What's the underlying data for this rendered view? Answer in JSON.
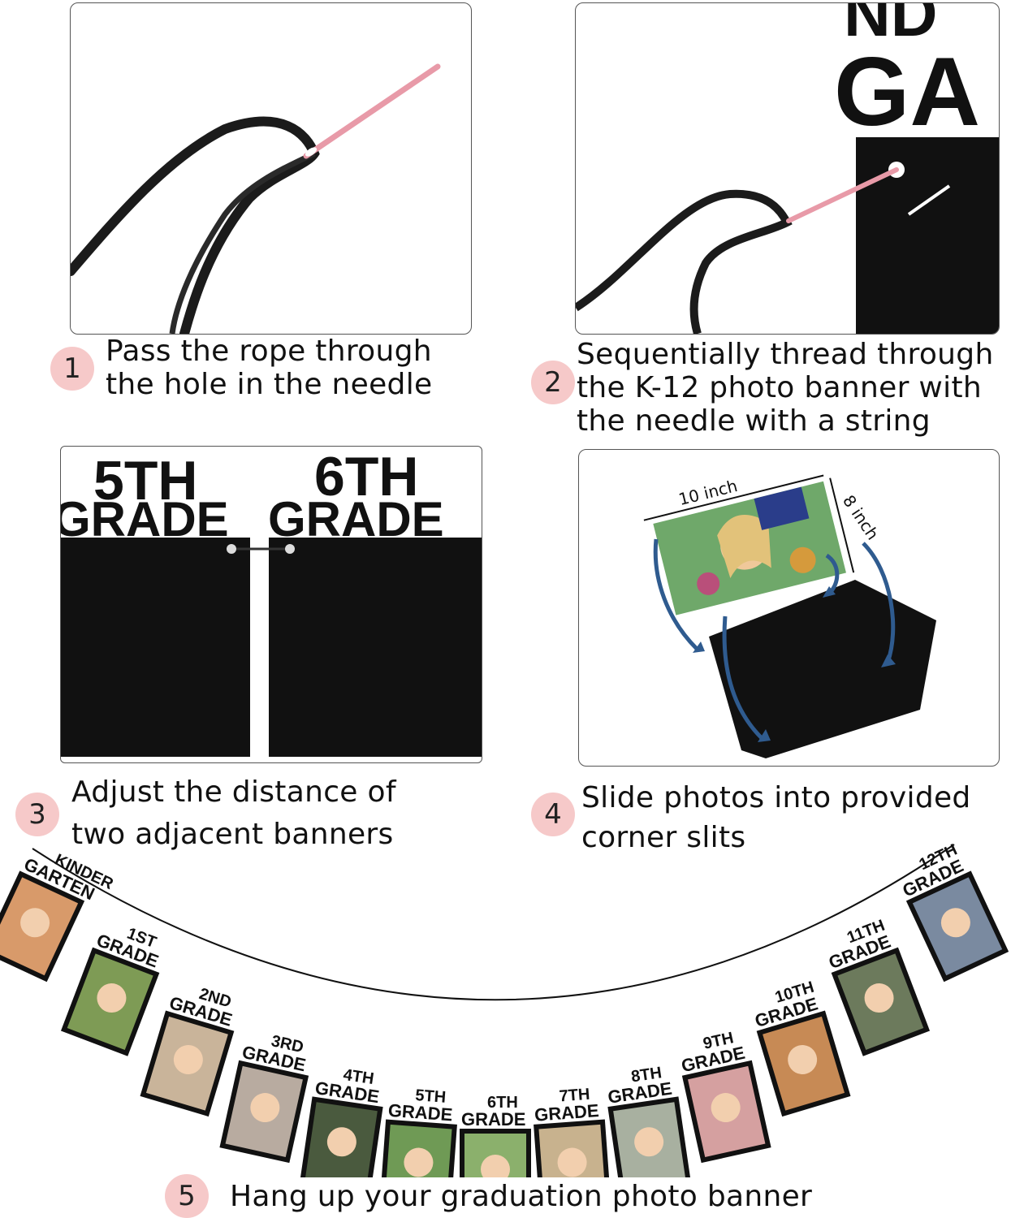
{
  "steps": [
    {
      "number": "1",
      "caption": "Pass the rope through\nthe hole in the needle"
    },
    {
      "number": "2",
      "caption": "Sequentially thread through\nthe K-12 photo banner with\nthe needle with a string"
    },
    {
      "number": "3",
      "caption": "Adjust the distance of\ntwo adjacent banners"
    },
    {
      "number": "4",
      "caption": "Slide photos into provided\ncorner slits"
    },
    {
      "number": "5",
      "caption": "Hang up your graduation photo banner"
    }
  ],
  "panel3": {
    "left_label": [
      "5TH",
      "GRADE"
    ],
    "right_label": [
      "6TH",
      "GRADE"
    ]
  },
  "panel4": {
    "width_label": "10 inch",
    "height_label": "8 inch"
  },
  "banner": {
    "grades": [
      "KINDER\nGARTEN",
      "1ST\nGRADE",
      "2ND\nGRADE",
      "3RD\nGRADE",
      "4TH\nGRADE",
      "5TH\nGRADE",
      "6TH\nGRADE",
      "7TH\nGRADE",
      "8TH\nGRADE",
      "9TH\nGRADE",
      "10TH\nGRADE",
      "11TH\nGRADE",
      "12TH\nGRADE"
    ]
  },
  "colors": {
    "badge": "#f6c9c9",
    "needle": "#e89aa8",
    "arrow": "#2f5b8f",
    "card": "#111111"
  }
}
